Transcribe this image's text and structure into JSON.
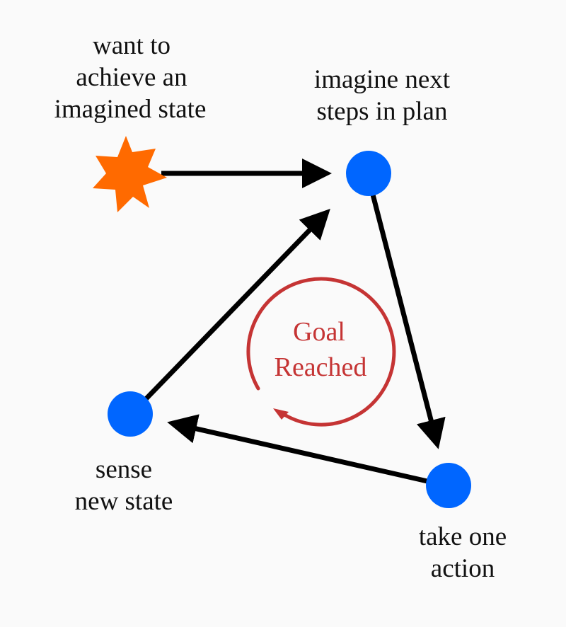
{
  "labels": {
    "start": [
      "want to",
      "achieve an",
      "imagined state"
    ],
    "plan": [
      "imagine next",
      "steps in plan"
    ],
    "sense": [
      "sense",
      "new state"
    ],
    "action": [
      "take one",
      "action"
    ]
  },
  "center": [
    "Goal",
    "Reached"
  ],
  "colors": {
    "node": "#0066ff",
    "star": "#ff6a00",
    "arrow": "#000000",
    "goal": "#c53434"
  }
}
